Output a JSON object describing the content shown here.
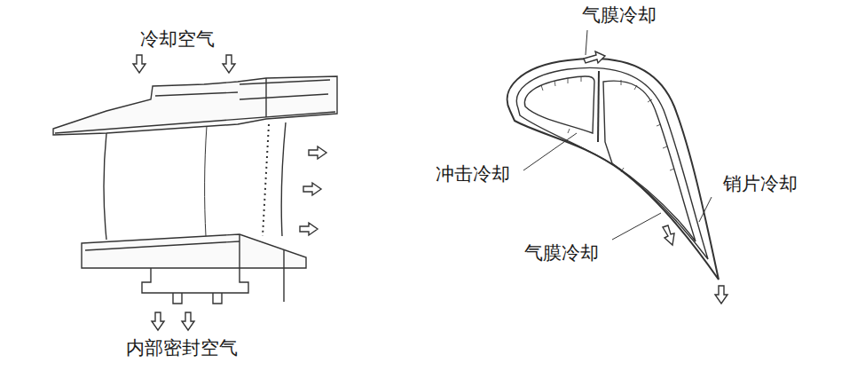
{
  "diagram": {
    "labels": [
      "冷却空气",
      "内部密封空气",
      "气膜冷却",
      "冲击冷却",
      "销片冷却",
      "气膜冷却"
    ]
  }
}
